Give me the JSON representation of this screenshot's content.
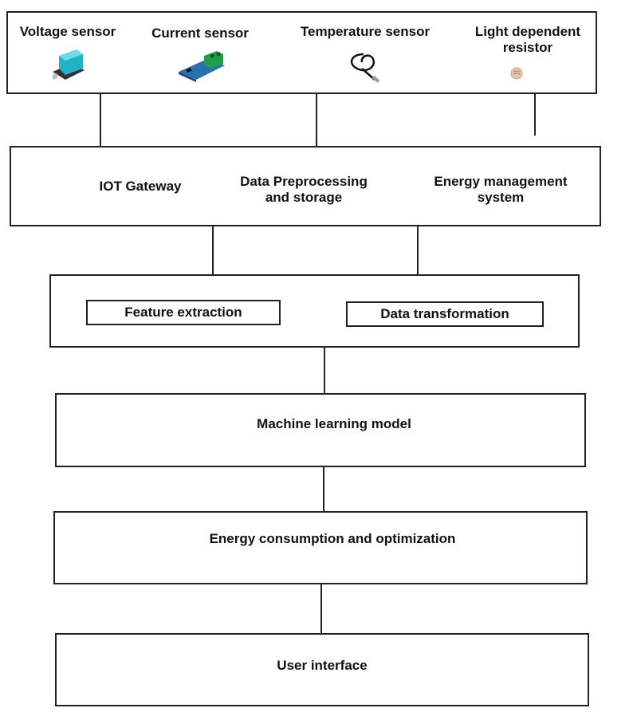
{
  "sensors": {
    "voltage": "Voltage sensor",
    "current": "Current sensor",
    "temperature": "Temperature sensor",
    "ldr": "Light dependent\nresistor"
  },
  "gateway_layer": {
    "iot_gateway": "IOT Gateway",
    "preprocessing": "Data Preprocessing\nand storage",
    "ems": "Energy management\nsystem"
  },
  "processing_layer": {
    "feature_extraction": "Feature extraction",
    "data_transformation": "Data transformation"
  },
  "ml_model": "Machine learning model",
  "energy_optimization": "Energy consumption and optimization",
  "user_interface": "User interface",
  "colors": {
    "stroke": "#222222",
    "voltage_module": "#1fb3c9",
    "current_module": "#2a6fb0",
    "terminal_green": "#1e9e4a",
    "ldr_body": "#e8c7a8"
  }
}
